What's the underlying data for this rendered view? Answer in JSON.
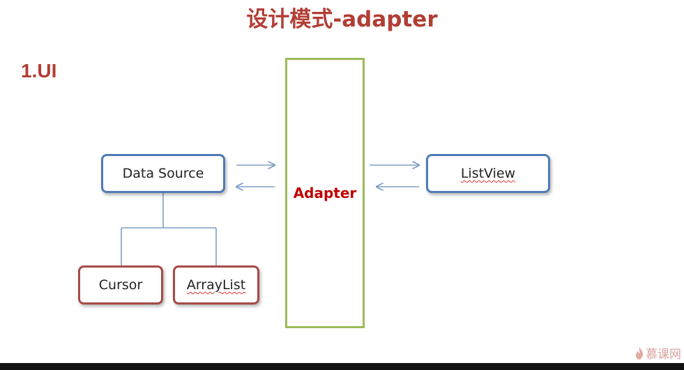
{
  "slide": {
    "title": "设计模式-adapter",
    "section": "1.UI"
  },
  "diagram": {
    "nodes": {
      "data_source": "Data Source",
      "adapter": "Adapter",
      "list_view": "ListView",
      "cursor": "Cursor",
      "array_list": "ArrayList"
    },
    "edges": [
      {
        "from": "Data Source",
        "to": "Adapter",
        "direction": "right"
      },
      {
        "from": "Adapter",
        "to": "Data Source",
        "direction": "left"
      },
      {
        "from": "Adapter",
        "to": "ListView",
        "direction": "right"
      },
      {
        "from": "ListView",
        "to": "Adapter",
        "direction": "left"
      },
      {
        "from": "Data Source",
        "to": "Cursor",
        "type": "tree"
      },
      {
        "from": "Data Source",
        "to": "ArrayList",
        "type": "tree"
      }
    ]
  },
  "watermark": {
    "icon": "flame-icon",
    "text": "慕课网"
  },
  "colors": {
    "title": "#b13e35",
    "blue_box": "#4f7bb7",
    "red_box": "#a64a45",
    "adapter_border": "#9bbb59",
    "adapter_text": "#c00000",
    "arrows": "#7f9fc7"
  }
}
